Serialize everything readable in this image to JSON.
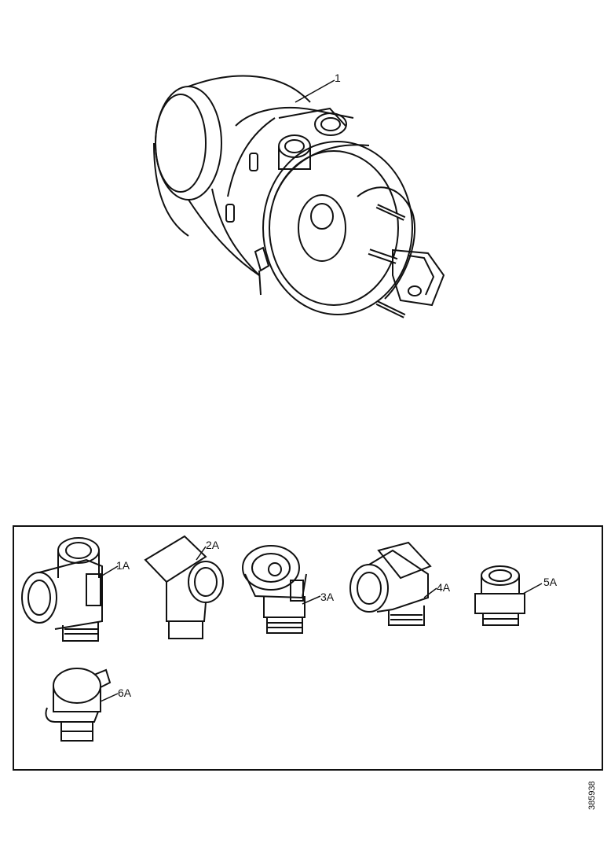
{
  "main_part": {
    "label": "1"
  },
  "fittings": [
    {
      "label": "1A",
      "icon": "tee-fitting-icon"
    },
    {
      "label": "2A",
      "icon": "elbow-fitting-icon"
    },
    {
      "label": "3A",
      "icon": "angled-port-fitting-icon"
    },
    {
      "label": "4A",
      "icon": "angle-union-fitting-icon"
    },
    {
      "label": "5A",
      "icon": "straight-adapter-fitting-icon"
    },
    {
      "label": "6A",
      "icon": "swivel-banjo-fitting-icon"
    }
  ],
  "document_number": "385938",
  "colors": {
    "line": "#111111",
    "background": "#ffffff"
  }
}
